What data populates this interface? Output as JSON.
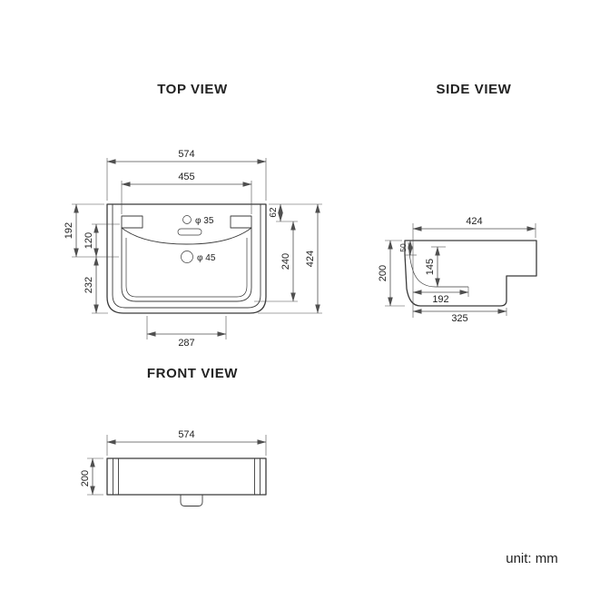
{
  "meta": {
    "unit_label": "unit: mm"
  },
  "colors": {
    "background": "#ffffff",
    "line": "#3b3b3b",
    "dimension": "#4f4f4f",
    "text": "#222222"
  },
  "top_view": {
    "title": "TOP VIEW",
    "dims": {
      "overall_width": "574",
      "bowl_width": "455",
      "left_back": "192",
      "left_mid": "120",
      "left_front": "232",
      "right_back": "62",
      "right_mid": "240",
      "overall_depth": "424",
      "front_width": "287"
    },
    "holes": {
      "faucet": "φ 35",
      "drain": "φ 45"
    }
  },
  "side_view": {
    "title": "SIDE VIEW",
    "dims": {
      "overall_depth": "424",
      "height": "200",
      "rim": "50",
      "bowl_depth": "145",
      "bowl_bottom": "192",
      "base_length": "325"
    }
  },
  "front_view": {
    "title": "FRONT VIEW",
    "dims": {
      "overall_width": "574",
      "height": "200"
    }
  }
}
